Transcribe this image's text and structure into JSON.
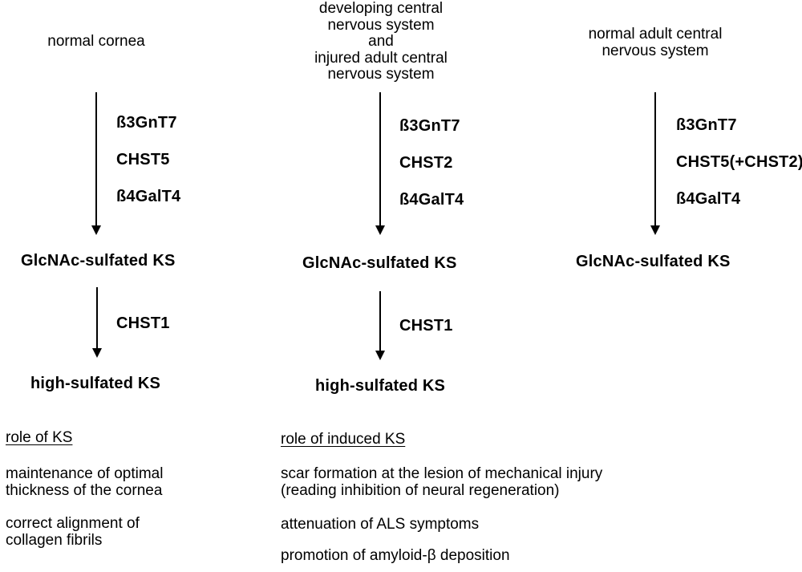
{
  "diagram": {
    "background_color": "#ffffff",
    "text_color": "#000000",
    "arrow_color": "#000000",
    "columns": [
      {
        "id": "normal-cornea",
        "header_lines": [
          "normal cornea"
        ],
        "step1_enzymes": [
          "ß3GnT7",
          "CHST5",
          "ß4GalT4"
        ],
        "intermediate": "GlcNAc-sulfated KS",
        "step2_enzyme": "CHST1",
        "product": "high-sulfated KS",
        "role_heading": "role of KS",
        "roles": [
          [
            "maintenance of optimal",
            "thickness of the cornea"
          ],
          [
            "correct alignment of",
            "collagen fibrils"
          ]
        ]
      },
      {
        "id": "developing-and-injured-cns",
        "header_lines": [
          "developing central",
          "nervous system",
          "and",
          "injured adult central",
          "nervous system"
        ],
        "step1_enzymes": [
          "ß3GnT7",
          "CHST2",
          "ß4GalT4"
        ],
        "intermediate": "GlcNAc-sulfated KS",
        "step2_enzyme": "CHST1",
        "product": "high-sulfated KS",
        "role_heading": "role of induced KS",
        "roles": [
          [
            "scar formation at the lesion of mechanical injury",
            "(reading inhibition of neural regeneration)"
          ],
          [
            "attenuation of ALS symptoms"
          ],
          [
            "promotion of amyloid-β deposition"
          ]
        ]
      },
      {
        "id": "normal-adult-cns",
        "header_lines": [
          "normal adult central",
          "nervous system"
        ],
        "step1_enzymes": [
          "ß3GnT7",
          "CHST5(+CHST2)",
          "ß4GalT4"
        ],
        "intermediate": "GlcNAc-sulfated KS"
      }
    ]
  }
}
